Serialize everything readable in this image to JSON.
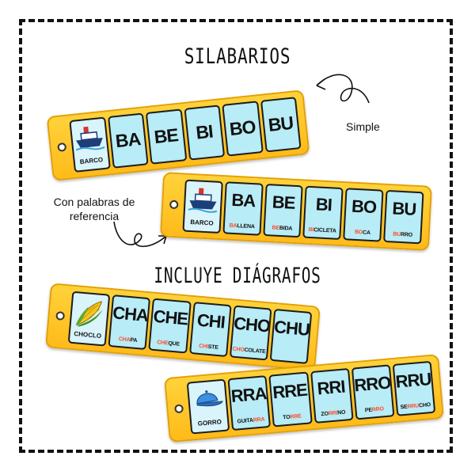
{
  "headings": {
    "main": "SILABARIOS",
    "digraphs": "INCLUYE DIÁGRAFOS"
  },
  "notes": {
    "simple": "Simple",
    "con_palabras_line1": "Con palabras de",
    "con_palabras_line2": "referencia"
  },
  "strips": [
    {
      "picture_word": "BARCO",
      "picture_icon": "ship-icon",
      "syllables": [
        {
          "syl": "BA"
        },
        {
          "syl": "BE"
        },
        {
          "syl": "BI"
        },
        {
          "syl": "BO"
        },
        {
          "syl": "BU"
        }
      ]
    },
    {
      "picture_word": "BARCO",
      "picture_icon": "ship-icon",
      "syllables": [
        {
          "syl": "BA",
          "pre": "",
          "hl": "BA",
          "post": "LLENA"
        },
        {
          "syl": "BE",
          "pre": "",
          "hl": "BE",
          "post": "BIDA"
        },
        {
          "syl": "BI",
          "pre": "",
          "hl": "BI",
          "post": "CICLETA"
        },
        {
          "syl": "BO",
          "pre": "",
          "hl": "BO",
          "post": "CA"
        },
        {
          "syl": "BU",
          "pre": "",
          "hl": "BU",
          "post": "RRO"
        }
      ]
    },
    {
      "picture_word": "CHOCLO",
      "picture_icon": "corn-icon",
      "syllables": [
        {
          "syl": "CHA",
          "pre": "",
          "hl": "CHA",
          "post": "PA"
        },
        {
          "syl": "CHE",
          "pre": "",
          "hl": "CHE",
          "post": "QUE"
        },
        {
          "syl": "CHI",
          "pre": "",
          "hl": "CHI",
          "post": "STE"
        },
        {
          "syl": "CHO",
          "pre": "",
          "hl": "CHO",
          "post": "COLATE"
        },
        {
          "syl": "CHU",
          "pre": "",
          "hl": "",
          "post": ""
        }
      ]
    },
    {
      "picture_word": "GORRO",
      "picture_icon": "cap-icon",
      "syllables": [
        {
          "syl": "RRA",
          "pre": "GUITA",
          "hl": "RRA",
          "post": ""
        },
        {
          "syl": "RRE",
          "pre": "TO",
          "hl": "RRE",
          "post": ""
        },
        {
          "syl": "RRI",
          "pre": "ZO",
          "hl": "RRI",
          "post": "NO"
        },
        {
          "syl": "RRO",
          "pre": "PE",
          "hl": "RRO",
          "post": ""
        },
        {
          "syl": "RRU",
          "pre": "SE",
          "hl": "RRU",
          "post": "CHO"
        }
      ]
    }
  ],
  "colors": {
    "strip": "#ffc629",
    "cell": "#b8ecf6",
    "highlight": "#ff4a2a"
  }
}
